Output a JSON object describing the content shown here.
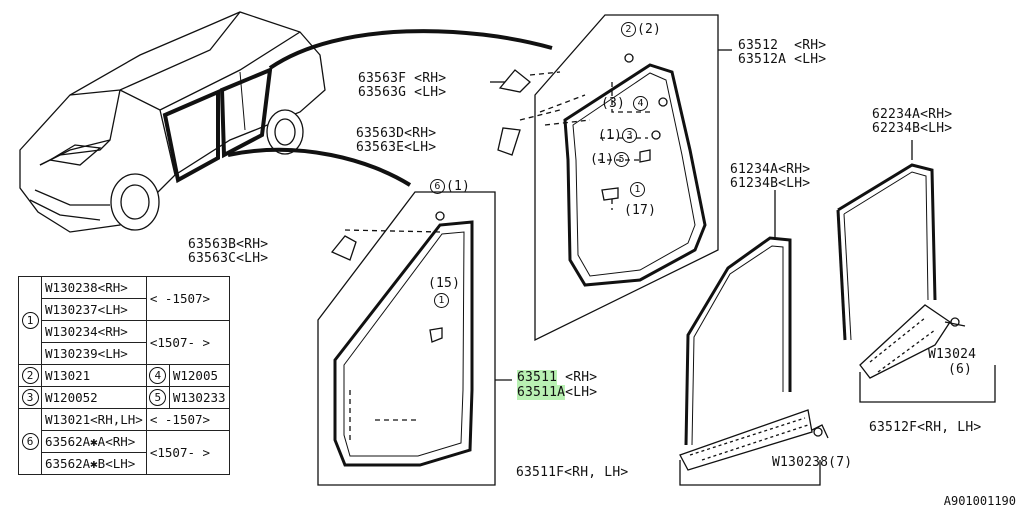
{
  "figure_code": "A901001190",
  "labels": {
    "l63563F": "63563F <RH>",
    "l63563G": "63563G <LH>",
    "l63563D": "63563D<RH>",
    "l63563E": "63563E<LH>",
    "l63563B": "63563B<RH>",
    "l63563C": "63563C<LH>",
    "l63512": "63512  <RH>",
    "l63512A": "63512A <LH>",
    "l63511": "63511",
    "l63511_rh": " <RH>",
    "l63511A": "63511A",
    "l63511A_lh": "<LH>",
    "l62234A": "62234A<RH>",
    "l62234B": "62234B<LH>",
    "l61234A": "61234A<RH>",
    "l61234B": "61234B<LH>",
    "l63512F": "63512F<RH, LH>",
    "l63511F": "63511F<RH, LH>",
    "lW13024": "W13024",
    "lW13024q": "(6)",
    "lW130238": "W130238(7)"
  },
  "callouts": {
    "c2": {
      "circle": "2",
      "qty": "(2)"
    },
    "c3a": {
      "qty": "(3)",
      "circle": "4"
    },
    "c3b": {
      "qty": "(1)",
      "circle": "3"
    },
    "c5": {
      "qty": "(1)",
      "circle": "5"
    },
    "c1top": {
      "circle": "1",
      "qty": "(17)"
    },
    "c6": {
      "circle": "6",
      "qty": "(1)"
    },
    "c1mid": {
      "qty": "(15)",
      "circle": "1"
    }
  },
  "legend": {
    "r1a": "W130238<RH>",
    "r1b": "W130237<LH>",
    "r1range": "< -1507>",
    "r1c": "W130234<RH>",
    "r1d": "W130239<LH>",
    "r1range2": "<1507-  >",
    "n1": "1",
    "n2": "2",
    "p2": "W13021",
    "n4": "4",
    "p4": "W12005",
    "n3": "3",
    "p3": "W120052",
    "n5": "5",
    "p5": "W130233",
    "n6": "6",
    "r6a": "W13021<RH,LH>",
    "r6range": "< -1507>",
    "r6b": "63562A✱A<RH>",
    "r6c": "63562A✱B<LH>",
    "r6range2": "<1507-  >"
  }
}
